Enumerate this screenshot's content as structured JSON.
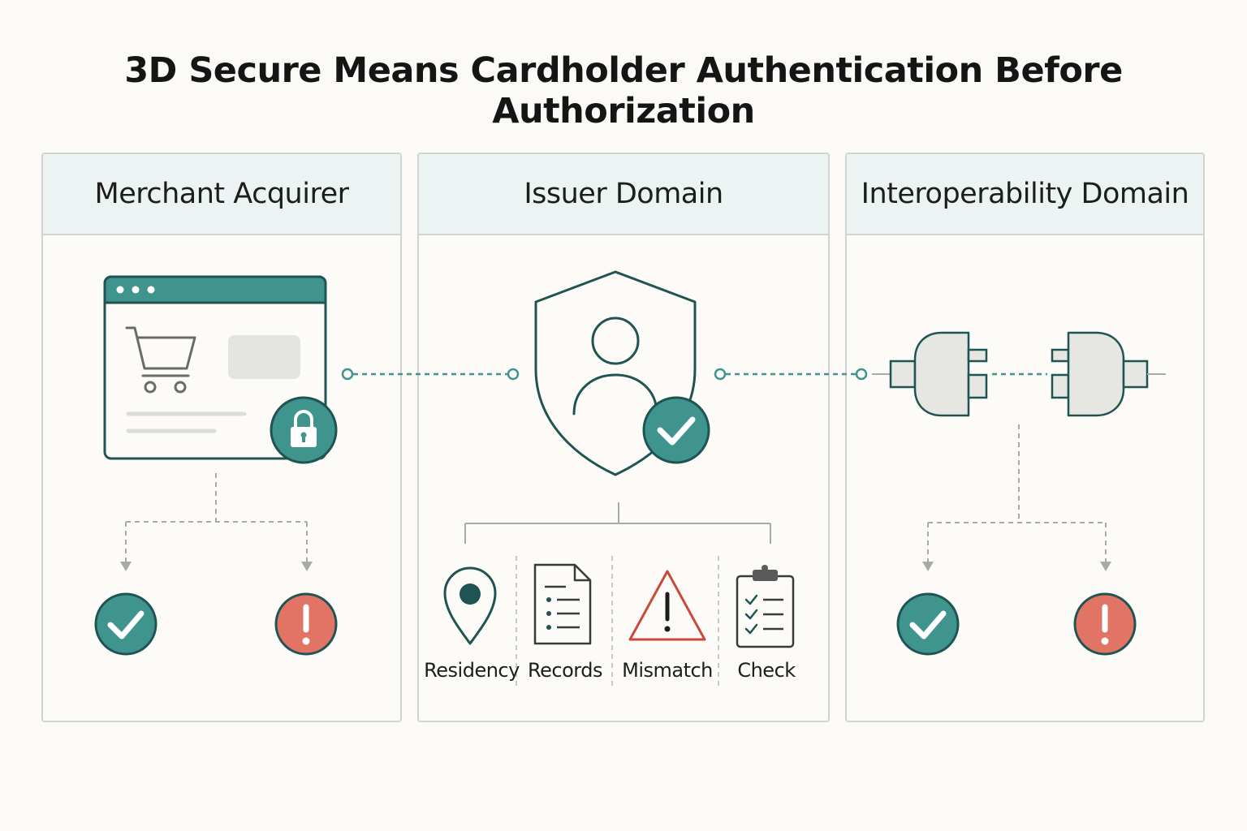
{
  "title": "3D Secure Means Cardholder Authentication Before Authorization",
  "panels": [
    {
      "label": "Merchant Acquirer"
    },
    {
      "label": "Issuer Domain"
    },
    {
      "label": "Interoperability Domain"
    }
  ],
  "checks": [
    {
      "label": "Residency",
      "icon": "location-pin-icon"
    },
    {
      "label": "Records",
      "icon": "document-icon"
    },
    {
      "label": "Mismatch",
      "icon": "warning-icon"
    },
    {
      "label": "Check",
      "icon": "clipboard-checklist-icon"
    }
  ],
  "colors": {
    "teal": "#3f948e",
    "dark_teal": "#1f5452",
    "red": "#e27466",
    "border": "#cfd3d2",
    "header_bg": "#ecf4f3"
  }
}
